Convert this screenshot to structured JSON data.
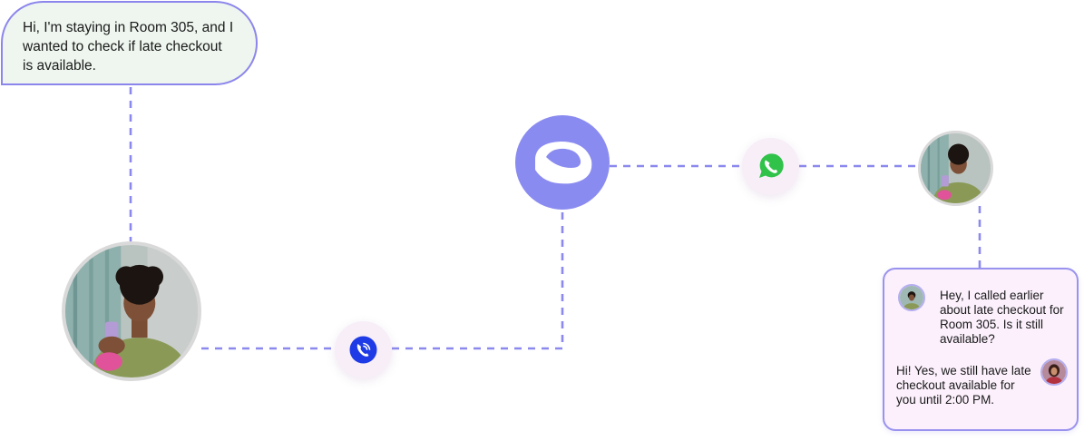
{
  "guest_bubble": {
    "text": "Hi, I'm staying in Room 305, and I wanted to check if late checkout is available."
  },
  "chat_panel": {
    "messages": [
      {
        "sender": "guest",
        "text": "Hey, I called earlier about late checkout for Room 305. Is it still available?"
      },
      {
        "sender": "agent",
        "text": "Hi! Yes, we still have late checkout available for you until 2:00 PM."
      }
    ]
  },
  "icons": {
    "call": "phone-call-icon",
    "whatsapp": "whatsapp-icon",
    "hub": "platform-logo-icon"
  },
  "colors": {
    "connector": "#8b89ee",
    "hub": "#8a8bf0",
    "call_icon": "#1f3be6",
    "whatsapp_icon": "#31c24a",
    "bubble_bg": "#eef6ef",
    "panel_bg": "#fbf0fc"
  }
}
